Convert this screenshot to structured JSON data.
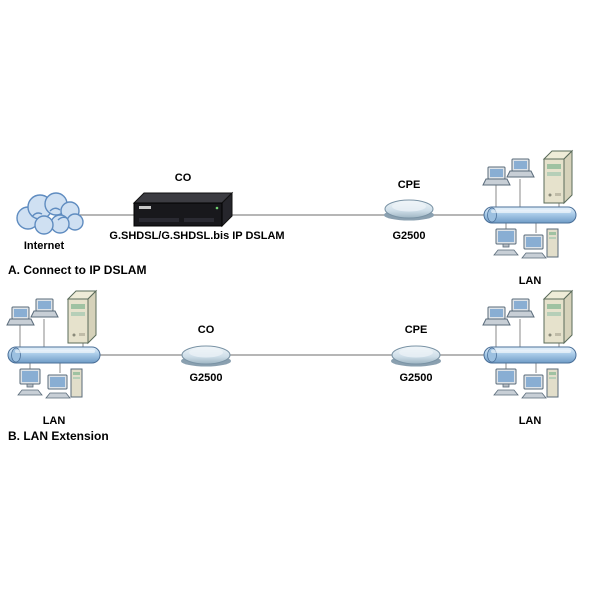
{
  "diagram": {
    "section_a": {
      "heading": "A. Connect to IP DSLAM",
      "internet_label": "Internet",
      "co_label": "CO",
      "dslam_label": "G.SHDSL/G.SHDSL.bis IP DSLAM",
      "cpe_label": "CPE",
      "cpe_model": "G2500",
      "lan_label": "LAN"
    },
    "section_b": {
      "heading": "B. LAN Extension",
      "lan_left_label": "LAN",
      "co_label": "CO",
      "co_model": "G2500",
      "cpe_label": "CPE",
      "cpe_model": "G2500",
      "lan_right_label": "LAN"
    },
    "colors": {
      "lan_bar": "#a9cbe8",
      "connection_line": "#8a8a8a",
      "dslam_body": "#18181c",
      "modem_body": "#d9e6ee",
      "cloud_fill": "#cfe0f2",
      "cloud_stroke": "#5f8cc0"
    }
  }
}
